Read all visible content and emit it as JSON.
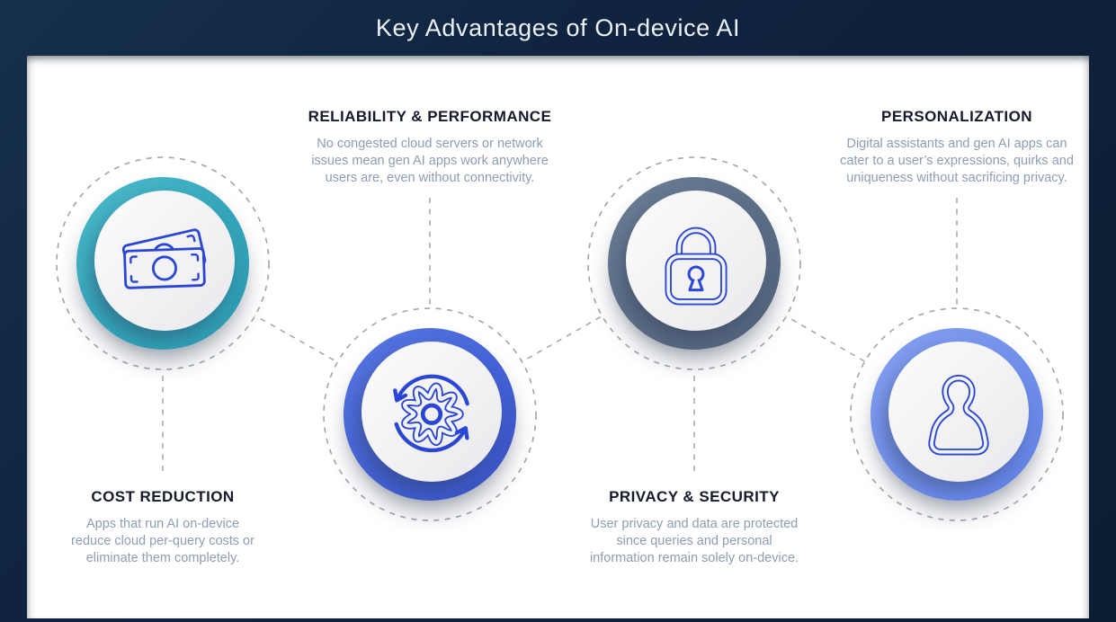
{
  "header": {
    "title": "Key Advantages of On-device AI"
  },
  "sections": [
    {
      "id": "cost-reduction",
      "title": "COST REDUCTION",
      "lines": [
        "Apps that run AI on-device",
        "reduce cloud per-query costs or",
        "eliminate them completely."
      ],
      "icon": "money-icon",
      "ring_color": "#35A6BC"
    },
    {
      "id": "reliability-performance",
      "title": "RELIABILITY & PERFORMANCE",
      "lines": [
        "No congested cloud servers or network",
        "issues mean gen AI apps work anywhere",
        "users are, even without connectivity."
      ],
      "icon": "sync-gear-icon",
      "ring_color": "#4463D6"
    },
    {
      "id": "privacy-security",
      "title": "PRIVACY & SECURITY",
      "lines": [
        "User privacy and data are protected",
        "since queries and personal",
        "information remain solely on-device."
      ],
      "icon": "lock-icon",
      "ring_color": "#5C6E86"
    },
    {
      "id": "personalization",
      "title": "PERSONALIZATION",
      "lines": [
        "Digital assistants and gen AI apps can",
        "cater to a user’s expressions, quirks and",
        "uniqueness without sacrificing privacy."
      ],
      "icon": "person-icon",
      "ring_color": "#7190EA"
    }
  ],
  "colors": {
    "background": "#102440",
    "card": "#FFFFFF",
    "icon_blue": "#2A46D4",
    "dashed_line": "#9FA6B0",
    "title_text": "#ECF1F7",
    "heading_text": "#161B2C",
    "body_text": "#8D9DB2"
  }
}
